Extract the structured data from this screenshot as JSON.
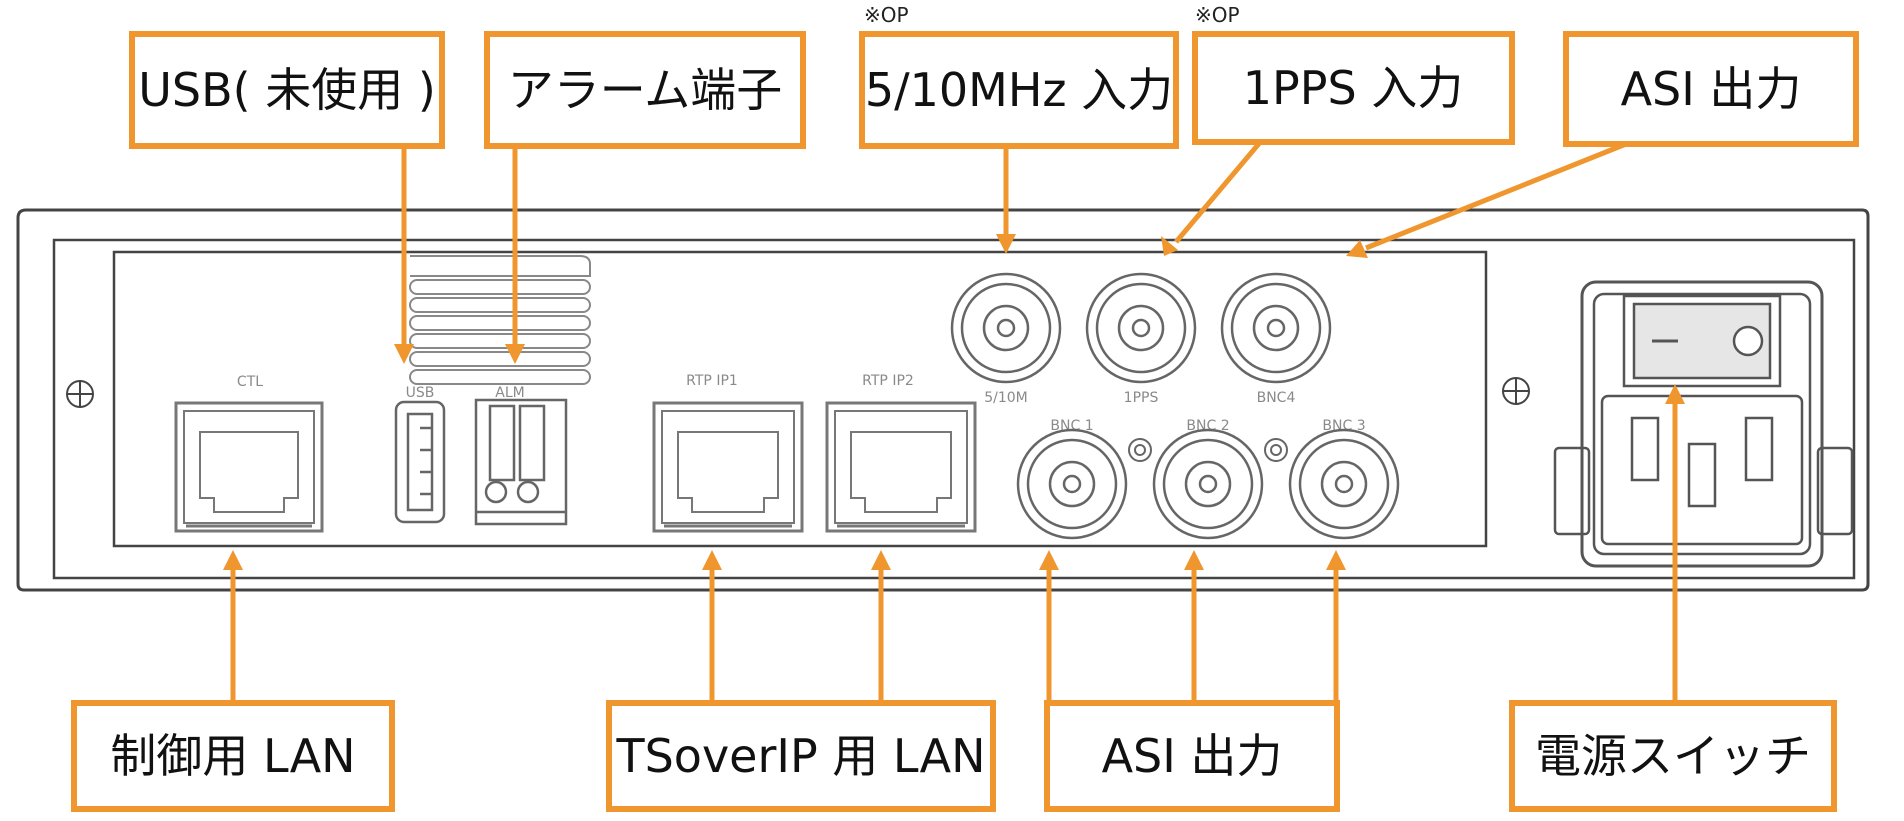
{
  "colors": {
    "accent": "#f0962e",
    "outline": "#444444",
    "port_label": "#8a8a8a"
  },
  "callouts": {
    "usb": "USB( 未使用 )",
    "alarm": "アラーム端子",
    "ref_in": "5/10MHz 入力",
    "pps_in": "1PPS 入力",
    "asi_out_top": "ASI 出力",
    "ctl_lan": "制御用 LAN",
    "tsoverip_lan": "TSoverIP 用 LAN",
    "asi_out_bottom": "ASI 出力",
    "power_switch": "電源スイッチ"
  },
  "notes": {
    "ref_in_option": "※OP",
    "pps_in_option": "※OP"
  },
  "port_labels": {
    "ctl": "CTL",
    "usb": "USB",
    "alm": "ALM",
    "rtp1": "RTP IP1",
    "rtp2": "RTP IP2",
    "ref": "5/10M",
    "pps": "1PPS",
    "bnc4": "BNC4",
    "bnc1": "BNC 1",
    "bnc2": "BNC 2",
    "bnc3": "BNC 3"
  }
}
